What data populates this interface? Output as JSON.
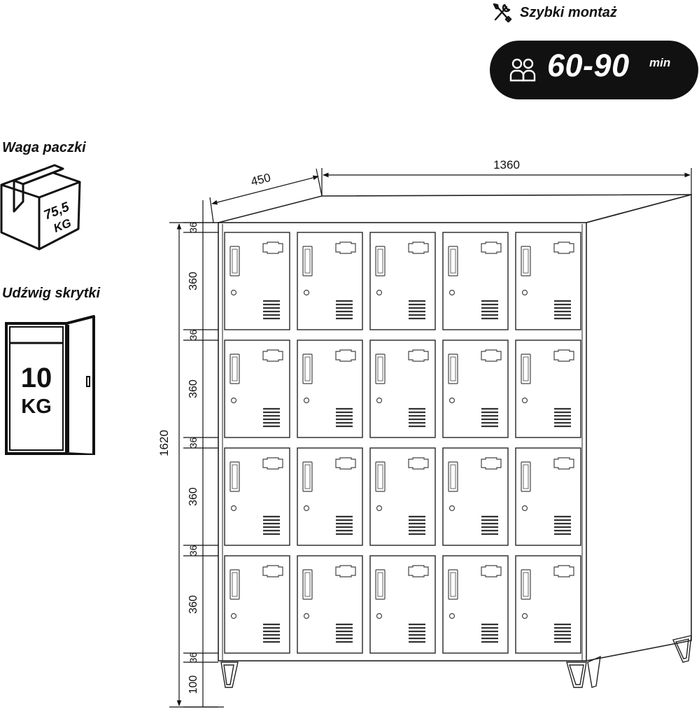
{
  "assembly": {
    "label": "Szybki montaż",
    "time": "60-90",
    "time_unit": "min",
    "icons": [
      "tools-icon",
      "people-icon"
    ]
  },
  "package": {
    "title": "Waga paczki",
    "weight_value": "75,5",
    "weight_unit": "KG",
    "icon": "package-box-icon"
  },
  "compartment": {
    "title": "Udźwig skrytki",
    "load_value": "10",
    "load_unit": "KG",
    "icon": "open-locker-icon"
  },
  "dimensions": {
    "depth": "450",
    "width": "1360",
    "height": "1620",
    "top_gap": "36",
    "door": "360",
    "row_gap": "36",
    "leg": "100",
    "left_labels": [
      "36",
      "360",
      "36",
      "360",
      "36",
      "360",
      "36",
      "360",
      "36",
      "100"
    ]
  },
  "cabinet": {
    "rows": 4,
    "columns": 5
  }
}
